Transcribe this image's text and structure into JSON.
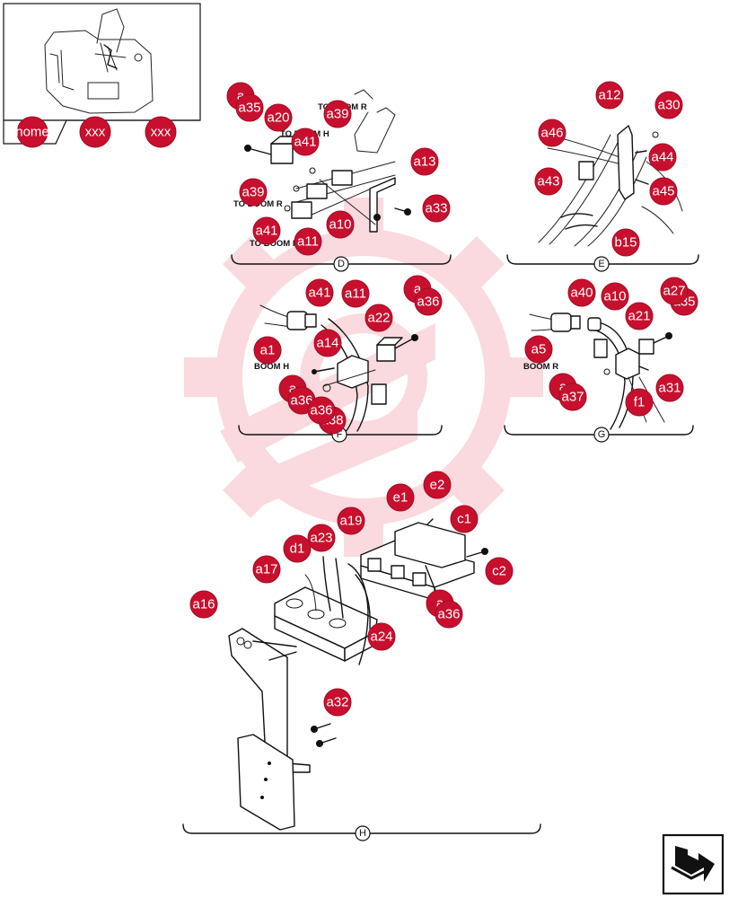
{
  "nav": {
    "home_label": "home",
    "prev_label": "xxx",
    "next_label": "xxx"
  },
  "colors": {
    "callout": "#c8102e",
    "watermark": "#e3001b",
    "line": "#111111"
  },
  "sections": {
    "D": "D",
    "E": "E",
    "F": "F",
    "G": "G",
    "H": "H"
  },
  "hose_labels": {
    "d_top": "TO BOOM R",
    "d_top2": "TO BOOM H",
    "d_mid": "TO BOOM R",
    "d_bot": "TO BOOM H",
    "f_left": "BOOM H",
    "g_left": "BOOM R"
  },
  "callouts": {
    "d": [
      "a",
      "a35",
      "a20",
      "a39",
      "a41",
      "a13",
      "a39",
      "a10",
      "a33",
      "a41",
      "a11"
    ],
    "e": [
      "a12",
      "a30",
      "a46",
      "a44",
      "a43",
      "a45",
      "b15"
    ],
    "f": [
      "a41",
      "a11",
      "a",
      "a36",
      "a22",
      "a1",
      "a14",
      "a",
      "a36",
      "a36",
      "a38"
    ],
    "g": [
      "a40",
      "a10",
      "a27",
      "a35",
      "a21",
      "a5",
      "a",
      "a37",
      "a31",
      "f1"
    ],
    "h": [
      "e1",
      "e2",
      "c1",
      "a19",
      "c2",
      "a23",
      "d1",
      "a17",
      "a",
      "a36",
      "a16",
      "a24",
      "a32"
    ]
  },
  "icons": {
    "locator": "excavator-locator-icon",
    "next": "next-page-arrow-icon"
  }
}
